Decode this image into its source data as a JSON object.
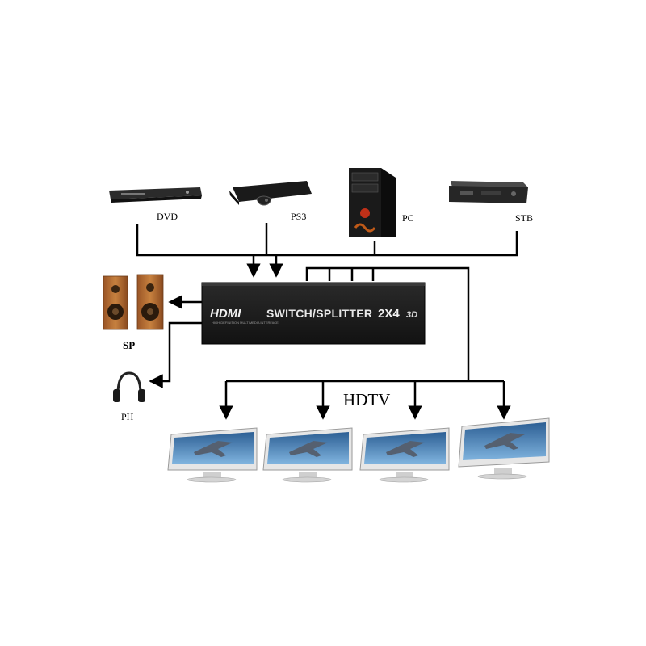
{
  "sources": {
    "dvd": "DVD",
    "ps3": "PS3",
    "pc": "PC",
    "stb": "STB"
  },
  "device": {
    "brand": "HDMI",
    "title": "SWITCH/SPLITTER",
    "model": "2X4",
    "badge": "3D",
    "tagline": "HIGH-DEFINITION MULTIMEDIA INTERFACE"
  },
  "outputs": {
    "speakers": "SP",
    "headphones": "PH",
    "displays": "HDTV"
  },
  "colors": {
    "line": "#000000",
    "device_body": "#1c1c1c",
    "speaker_wood": "#b8703a",
    "monitor_frame": "#e6e6e6",
    "screen_sky": "#3f7fb8"
  }
}
